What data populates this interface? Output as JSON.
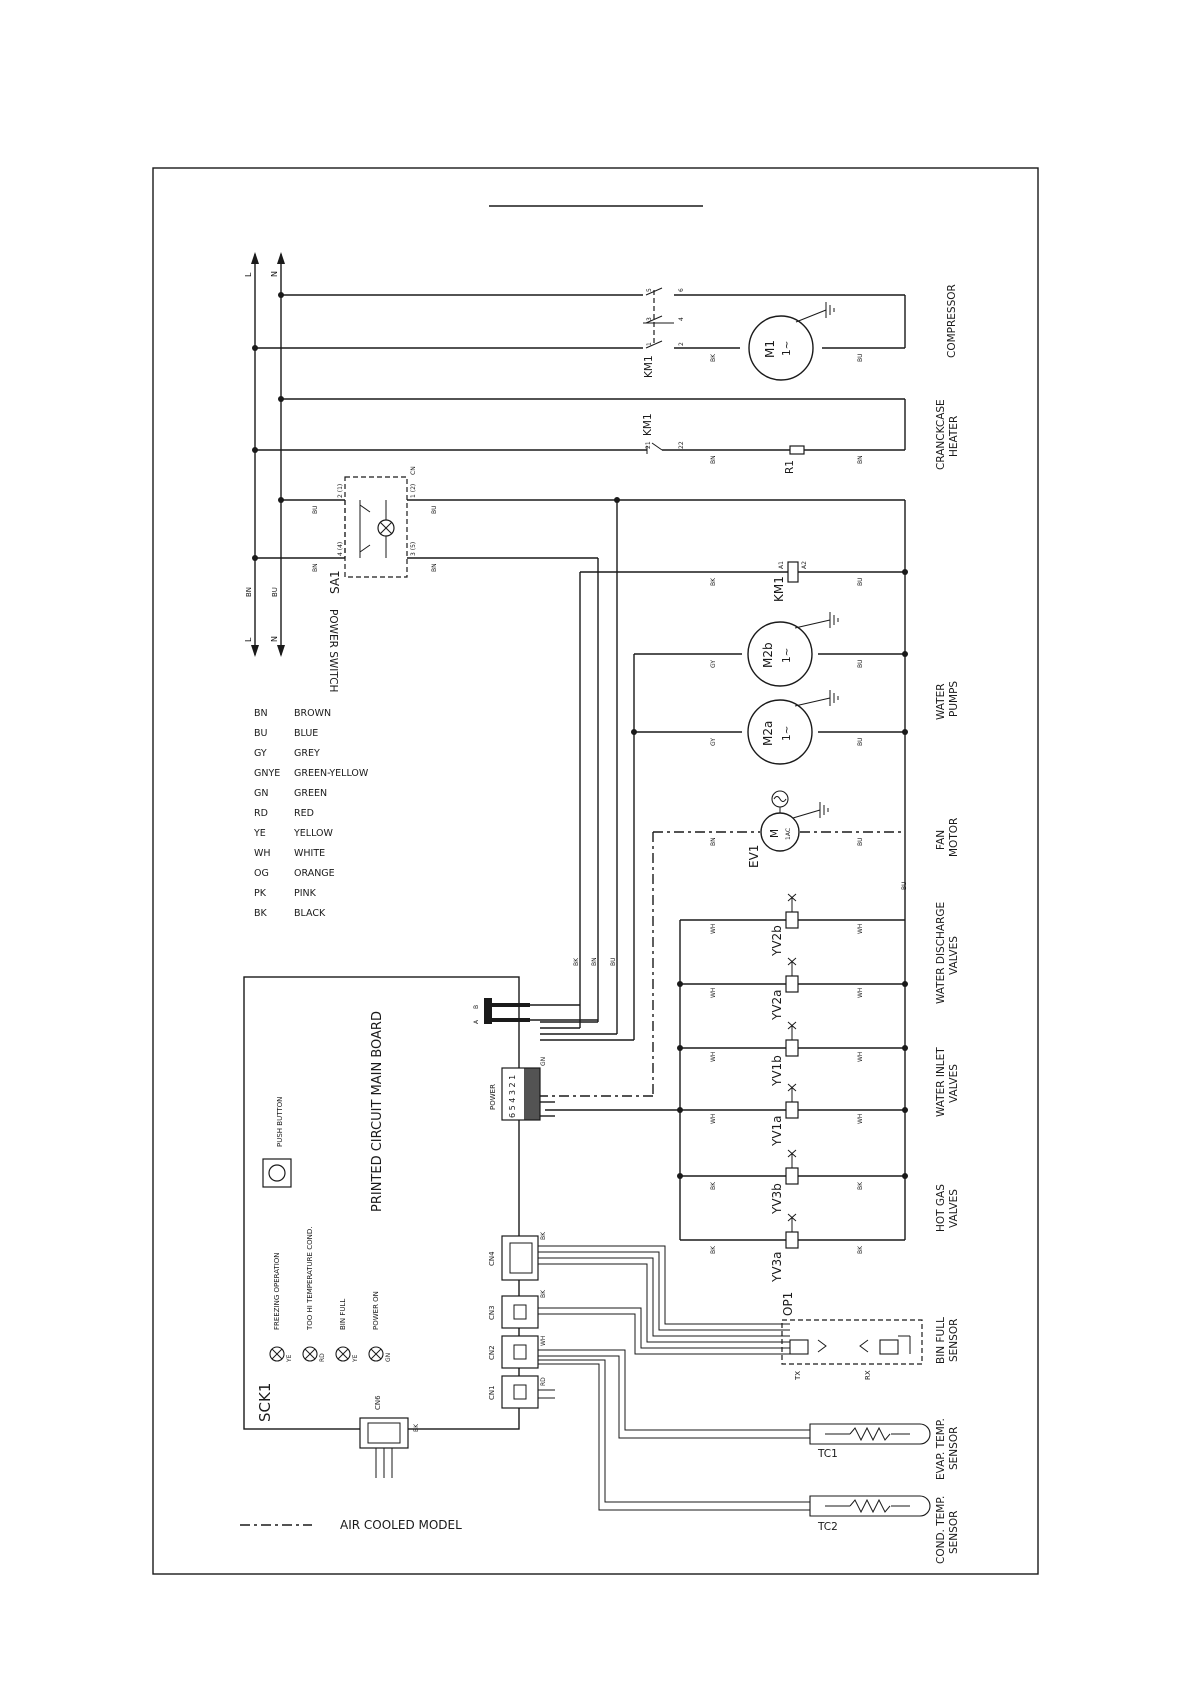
{
  "rails": {
    "l": "L",
    "n": "N",
    "bn": "BN",
    "bu": "BU"
  },
  "wire_colors": {
    "bk": "BK",
    "bn": "BN",
    "bu": "BU",
    "gy": "GY",
    "wh": "WH",
    "gn": "GN",
    "ye": "YE",
    "rd": "RD"
  },
  "compressor": {
    "label": "COMPRESSOR",
    "motor": "M1",
    "phase": "1~",
    "contactor": "KM1",
    "terminals": [
      "1",
      "2",
      "3",
      "4",
      "5",
      "6"
    ]
  },
  "crankcase": {
    "label_line1": "CRANCKCASE",
    "label_line2": "HEATER",
    "contact": "KM1",
    "t21": "21",
    "t22": "22",
    "resistor": "R1"
  },
  "power_switch": {
    "ref": "SA1",
    "label": "POWER SWITCH",
    "t1": "1 (2)",
    "t2": "2 (1)",
    "t3": "3 (5)",
    "t4": "4 (4)",
    "cn": "CN"
  },
  "km1_coil": {
    "ref": "KM1",
    "a1": "A1",
    "a2": "A2"
  },
  "water_pumps": {
    "line1": "WATER",
    "line2": "PUMPS",
    "m2b": "M2b",
    "m2a": "M2a",
    "phase": "1~"
  },
  "fan": {
    "line1": "FAN",
    "line2": "MOTOR",
    "ref": "EV1",
    "m": "M",
    "phase": "1AC"
  },
  "discharge": {
    "line1": "WATER DISCHARGE",
    "line2": "VALVES",
    "yv2b": "YV2b",
    "yv2a": "YV2a"
  },
  "inlet": {
    "line1": "WATER INLET",
    "line2": "VALVES",
    "yv1b": "YV1b",
    "yv1a": "YV1a"
  },
  "hotgas": {
    "line1": "HOT GAS",
    "line2": "VALVES",
    "yv3b": "YV3b",
    "yv3a": "YV3a"
  },
  "bin_full": {
    "line1": "BIN FULL",
    "line2": "SENSOR",
    "ref": "OP1",
    "tx": "TX",
    "rx": "RX"
  },
  "evap": {
    "line1": "EVAP. TEMP.",
    "line2": "SENSOR",
    "ref": "TC1"
  },
  "cond": {
    "line1": "COND. TEMP.",
    "line2": "SENSOR",
    "ref": "TC2"
  },
  "pcb": {
    "title": "PRINTED CIRCUIT MAIN BOARD",
    "ref": "SCK1",
    "push_button": "PUSH BUTTON",
    "power": "POWER",
    "power_pins": "6 5 4 3 2 1",
    "a": "A",
    "b": "B",
    "cn1": "CN1",
    "cn2": "CN2",
    "cn3": "CN3",
    "cn4": "CN4",
    "cn6": "CN6",
    "leds": [
      {
        "label": "FREEZING OPERATION",
        "color": "YE"
      },
      {
        "label": "TOO HI TEMPERATURE COND.",
        "color": "RD"
      },
      {
        "label": "BIN FULL",
        "color": "YE"
      },
      {
        "label": "POWER ON",
        "color": "GN"
      }
    ]
  },
  "legend": {
    "items": [
      {
        "code": "BN",
        "name": "BROWN"
      },
      {
        "code": "BU",
        "name": "BLUE"
      },
      {
        "code": "GY",
        "name": "GREY"
      },
      {
        "code": "GNYE",
        "name": "GREEN-YELLOW"
      },
      {
        "code": "GN",
        "name": "GREEN"
      },
      {
        "code": "RD",
        "name": "RED"
      },
      {
        "code": "YE",
        "name": "YELLOW"
      },
      {
        "code": "WH",
        "name": "WHITE"
      },
      {
        "code": "OG",
        "name": "ORANGE"
      },
      {
        "code": "PK",
        "name": "PINK"
      },
      {
        "code": "BK",
        "name": "BLACK"
      }
    ],
    "air_cooled": "AIR COOLED MODEL"
  }
}
